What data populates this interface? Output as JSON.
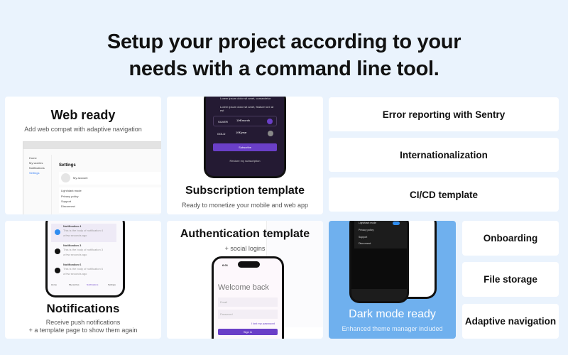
{
  "hero": {
    "line1": "Setup your project according to your",
    "line2": "needs with a command line tool."
  },
  "cards": {
    "web": {
      "title": "Web ready",
      "subtitle": "Add web compat with adaptive navigation",
      "mock": {
        "page_title": "Settings",
        "nav": [
          "Home",
          "My worries",
          "Notifications",
          "Settings"
        ],
        "account": "My account",
        "items": [
          "Light/dark mode",
          "Privacy policy",
          "Support",
          "Disconnect"
        ]
      }
    },
    "subscription": {
      "title": "Subscription template",
      "subtitle": "Ready to monetize your mobile and web app",
      "mock": {
        "features": [
          "Lorem ipsum dolor sit amet, consectetur",
          "Lorem ipsum dolor sit amet, feature lore at est"
        ],
        "plans": [
          {
            "name": "SILVER",
            "price": "10€/month"
          },
          {
            "name": "GOLD",
            "price": "10€/year"
          }
        ],
        "button": "Subscribe",
        "restore": "Restore my subscription"
      }
    },
    "sentry": {
      "title": "Error reporting with Sentry"
    },
    "i18n": {
      "title": "Internationalization"
    },
    "cicd": {
      "title": "CI/CD template"
    },
    "notifications": {
      "title": "Notifications",
      "subtitle1": "Receive push notifications",
      "subtitle2": "+ a template page to show them again",
      "mock": {
        "items": [
          {
            "title": "Notification 4",
            "body": "This is the body of notification 4",
            "time": "a few seconds ago"
          },
          {
            "title": "Notification 3",
            "body": "This is the body of notification 3",
            "time": "a few seconds ago"
          },
          {
            "title": "Notification 6",
            "body": "This is the body of notification 6",
            "time": "a few seconds ago"
          }
        ],
        "tabs": [
          "Home",
          "My worries",
          "Notifications",
          "Settings"
        ]
      }
    },
    "auth": {
      "title": "Authentication template",
      "subtitle": "+ social logins",
      "mock": {
        "time": "6:01",
        "heading": "Welcome back",
        "email": "Email",
        "password": "Password",
        "forgot": "I lost my password",
        "button": "Sign in"
      }
    },
    "dark": {
      "title": "Dark mode ready",
      "subtitle": "Enhanced theme manager included",
      "mock": {
        "items": [
          "Light/dark mode",
          "Privacy policy",
          "Support",
          "Disconnect"
        ]
      }
    },
    "onboarding": {
      "title": "Onboarding"
    },
    "storage": {
      "title": "File storage"
    },
    "adaptive": {
      "title": "Adaptive navigation"
    }
  },
  "colors": {
    "background": "#eaf3fd",
    "accent": "#6a3fc8",
    "dark_card": "#6fb0ee"
  }
}
